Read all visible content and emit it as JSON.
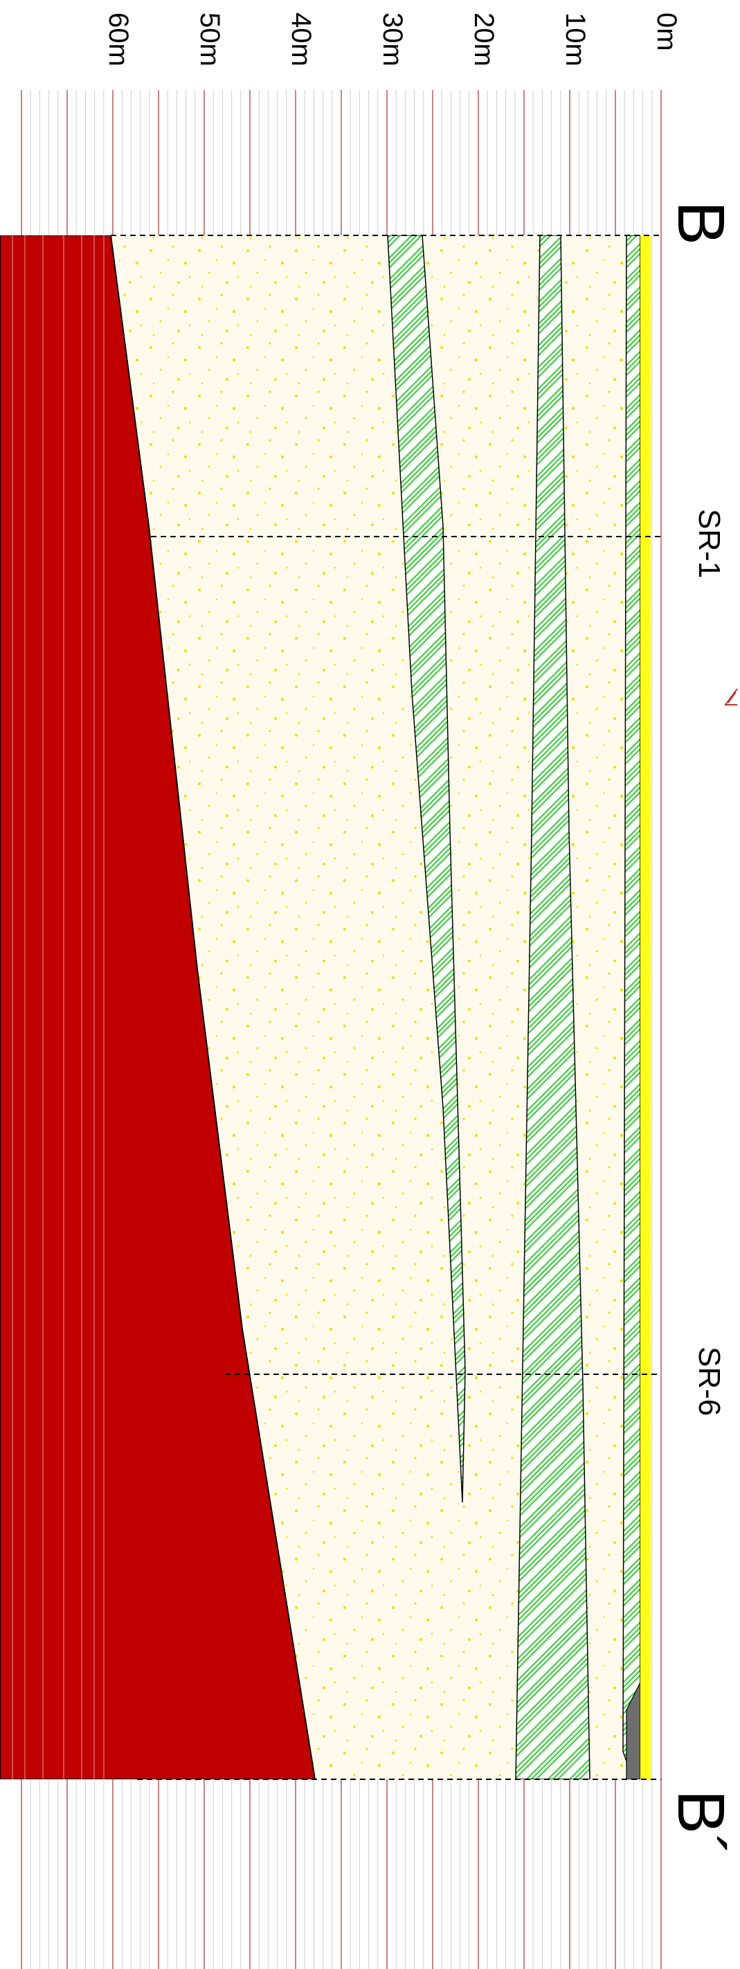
{
  "section": {
    "start_label": "B",
    "end_label": "B´",
    "boreholes": [
      {
        "name": "SR-1"
      },
      {
        "name": "SR-6"
      }
    ]
  },
  "depth_axis": {
    "labels": [
      "0m",
      "10m",
      "20m",
      "30m",
      "40m",
      "50m",
      "60m"
    ]
  },
  "colors": {
    "surface_fill": "#ffff1a",
    "sand": "#fff9e8",
    "sand_dots": "#f2e000",
    "clay_hatch": "#33cc33",
    "bedrock": "#c00000",
    "grid_major": "#b05050",
    "grid_minor": "#cfcfcf",
    "marker": "#c03030"
  }
}
